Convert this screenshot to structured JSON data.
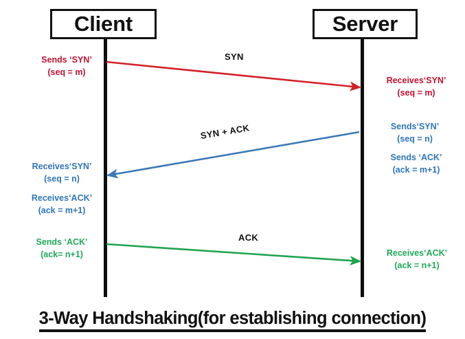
{
  "diagram": {
    "title": "3-Way Handshaking(for establishing connection)",
    "participants": {
      "client": "Client",
      "server": "Server"
    },
    "colors": {
      "red": "#C41230",
      "blue": "#2E75B6",
      "green": "#1FA85C",
      "black": "#111111",
      "background": "#FFFFFF"
    },
    "messages": [
      {
        "label": "SYN",
        "direction": "client-to-server",
        "color": "#C41230"
      },
      {
        "label": "SYN + ACK",
        "direction": "server-to-client",
        "color": "#2E75B6"
      },
      {
        "label": "ACK",
        "direction": "client-to-server",
        "color": "#1FA85C"
      }
    ],
    "notes": {
      "client_sends_syn": {
        "line1": "Sends ‘SYN’",
        "line2": "(seq = m)"
      },
      "server_receives_syn": {
        "line1": "Receives‘SYN’",
        "line2": "(seq = m)"
      },
      "server_sends_syn": {
        "line1": "Sends‘SYN’",
        "line2": "(seq = n)"
      },
      "server_sends_ack": {
        "line1": "Sends ‘ACK’",
        "line2": "(ack = m+1)"
      },
      "client_receives_syn": {
        "line1": "Receives‘SYN’",
        "line2": "(seq = n)"
      },
      "client_receives_ack": {
        "line1": "Receives‘ACK’",
        "line2": "(ack = m+1)"
      },
      "client_sends_ack": {
        "line1": "Sends ‘ACK’",
        "line2": "(ack= n+1)"
      },
      "server_receives_ack": {
        "line1": "Receives‘ACK’",
        "line2": "(ack = n+1)"
      }
    }
  }
}
